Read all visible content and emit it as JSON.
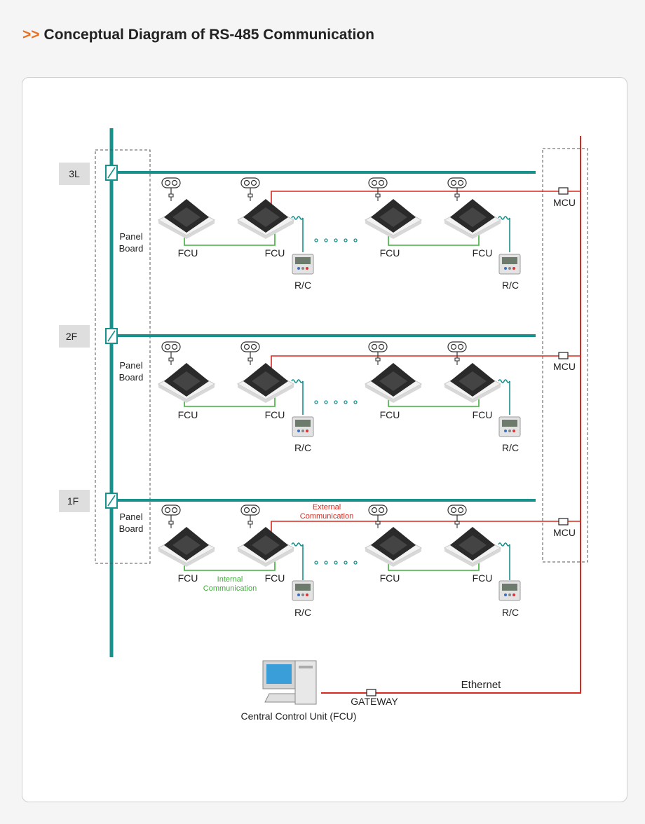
{
  "title_prefix": ">>",
  "title": "Conceptual Diagram of RS-485 Communication",
  "floors": [
    {
      "name": "3L",
      "panel": "Panel Board",
      "mcu": "MCU"
    },
    {
      "name": "2F",
      "panel": "Panel Board",
      "mcu": "MCU"
    },
    {
      "name": "1F",
      "panel": "Panel Board",
      "mcu": "MCU"
    }
  ],
  "unit_label": "FCU",
  "controller_label": "R/C",
  "external_comm": "External Communication",
  "internal_comm": "Internal Communication",
  "ethernet": "Ethernet",
  "gateway": "GATEWAY",
  "central_unit": "Central Control Unit (FCU)",
  "colors": {
    "bus": "#17918c",
    "external": "#d9281d",
    "internal": "#3fae3a",
    "title_accent": "#e8701f"
  }
}
